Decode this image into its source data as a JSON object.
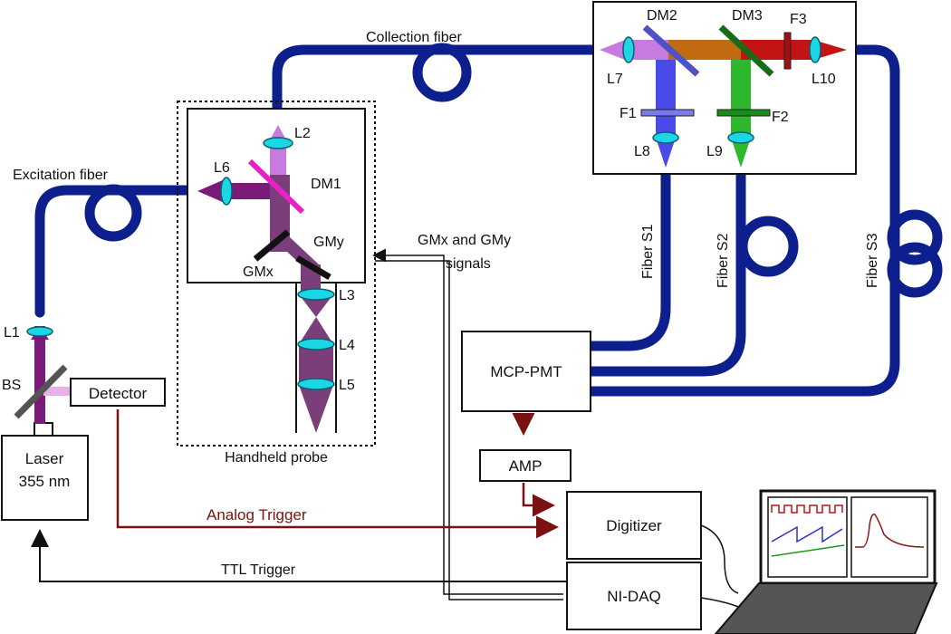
{
  "labels": {
    "collection_fiber": "Collection fiber",
    "excitation_fiber": "Excitation fiber",
    "handheld_probe": "Handheld probe",
    "gm_signals_line1": "GMx and GMy",
    "gm_signals_line2": "signals",
    "analog_trigger": "Analog Trigger",
    "ttl_trigger": "TTL Trigger"
  },
  "boxes": {
    "laser_line1": "Laser",
    "laser_line2": "355 nm",
    "detector": "Detector",
    "mcp_pmt": "MCP-PMT",
    "amp": "AMP",
    "digitizer": "Digitizer",
    "nidaq": "NI-DAQ"
  },
  "components": {
    "L1": "L1",
    "L2": "L2",
    "L3": "L3",
    "L4": "L4",
    "L5": "L5",
    "L6": "L6",
    "L7": "L7",
    "L8": "L8",
    "L9": "L9",
    "L10": "L10",
    "BS": "BS",
    "DM1": "DM1",
    "DM2": "DM2",
    "DM3": "DM3",
    "GMx": "GMx",
    "GMy": "GMy",
    "F1": "F1",
    "F2": "F2",
    "F3": "F3"
  },
  "fibers": {
    "s1": "Fiber S1",
    "s2": "Fiber S2",
    "s3": "Fiber S3"
  },
  "colors": {
    "fiber": "#0d1f8c",
    "uv_beam": "#7a1b7a",
    "probe_beam": "#7a3e7a",
    "violet": "#c77ae0",
    "blue": "#4a4ae8",
    "green": "#2eb82e",
    "orange": "#c06a12",
    "red": "#c21414",
    "lens": "#1cd6e6",
    "trigger": "#7a1212"
  }
}
